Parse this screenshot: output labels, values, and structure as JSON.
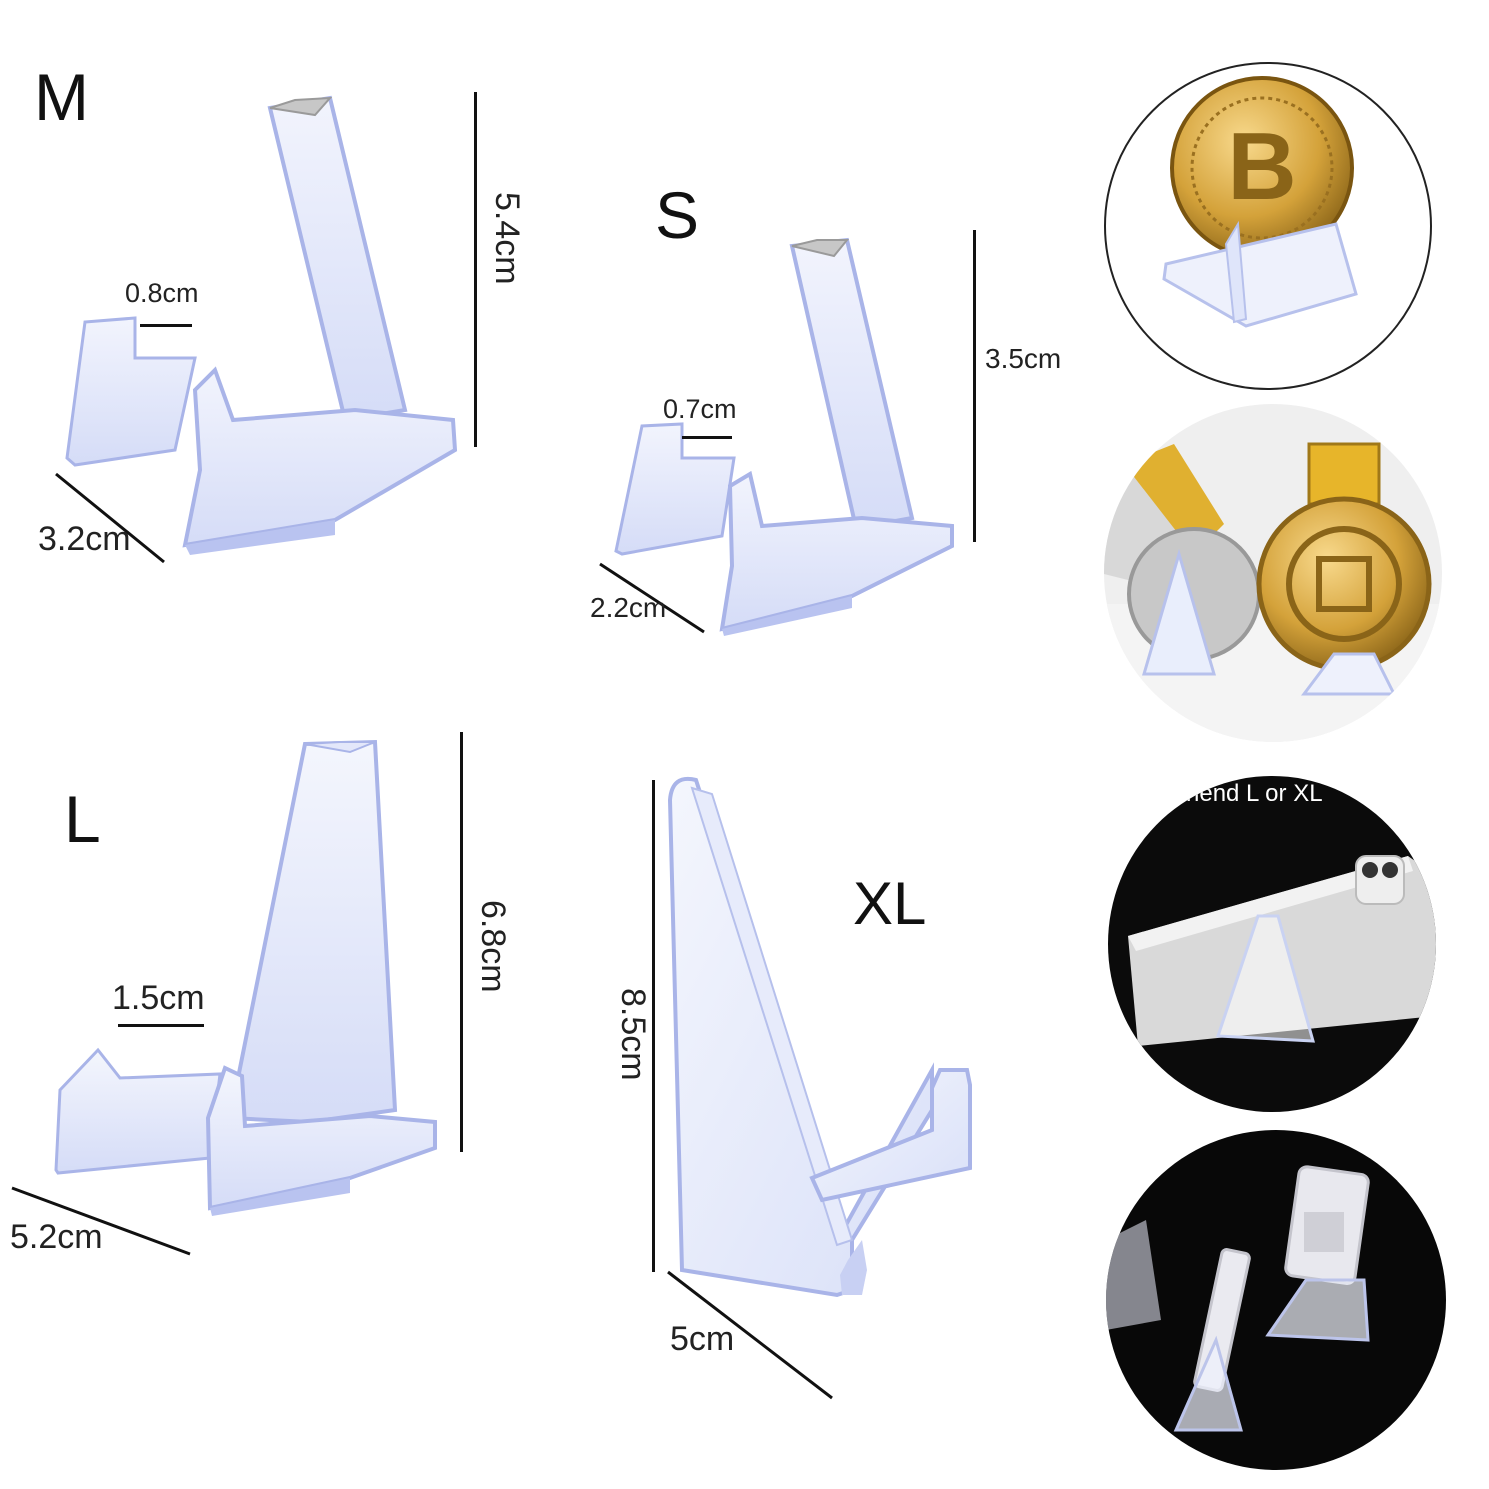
{
  "sizes": {
    "m": {
      "label": "M",
      "slot_width": "0.8cm",
      "height": "5.4cm",
      "depth": "3.2cm"
    },
    "s": {
      "label": "S",
      "slot_width": "0.7cm",
      "height": "3.5cm",
      "depth": "2.2cm"
    },
    "l": {
      "label": "L",
      "slot_width": "1.5cm",
      "height": "6.8cm",
      "depth": "5.2cm"
    },
    "xl": {
      "label": "XL",
      "height": "8.5cm",
      "depth": "5cm"
    }
  },
  "photos": {
    "phone_caption": "nend L or XL"
  },
  "colors": {
    "acrylic_fill": "#e6ebfb",
    "acrylic_edge": "#a9b4e8",
    "gold": "#d4a23a",
    "photo_dark": "#0b0b0b"
  }
}
